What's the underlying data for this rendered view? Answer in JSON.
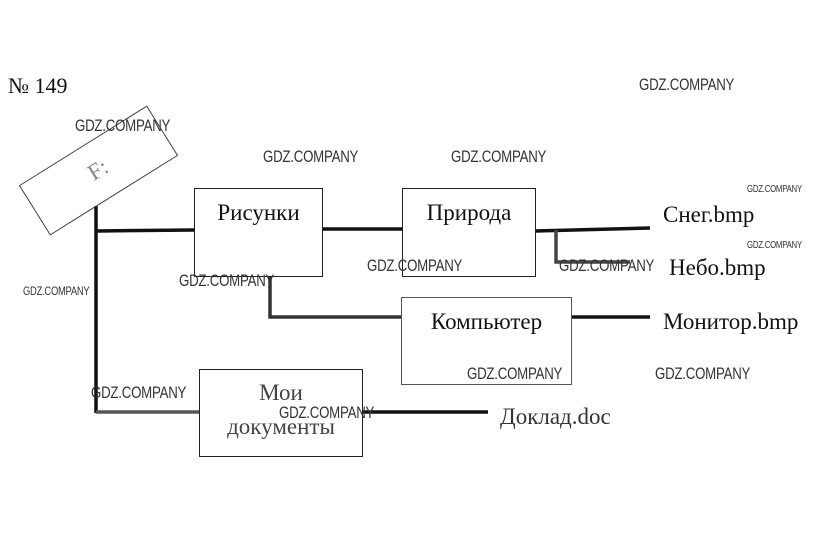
{
  "title": "№ 149",
  "nodes": {
    "drive": "F:",
    "pictures": "Рисунки",
    "nature": "Природа",
    "computer": "Компьютер",
    "my_docs_line1": "Мои",
    "my_docs_line2": "документы"
  },
  "files": {
    "snow": "Снег.bmp",
    "sky": "Небо.bmp",
    "monitor": "Монитор.bmp",
    "report": "Доклад.doc"
  },
  "watermark": "GDZ.COMPANY"
}
